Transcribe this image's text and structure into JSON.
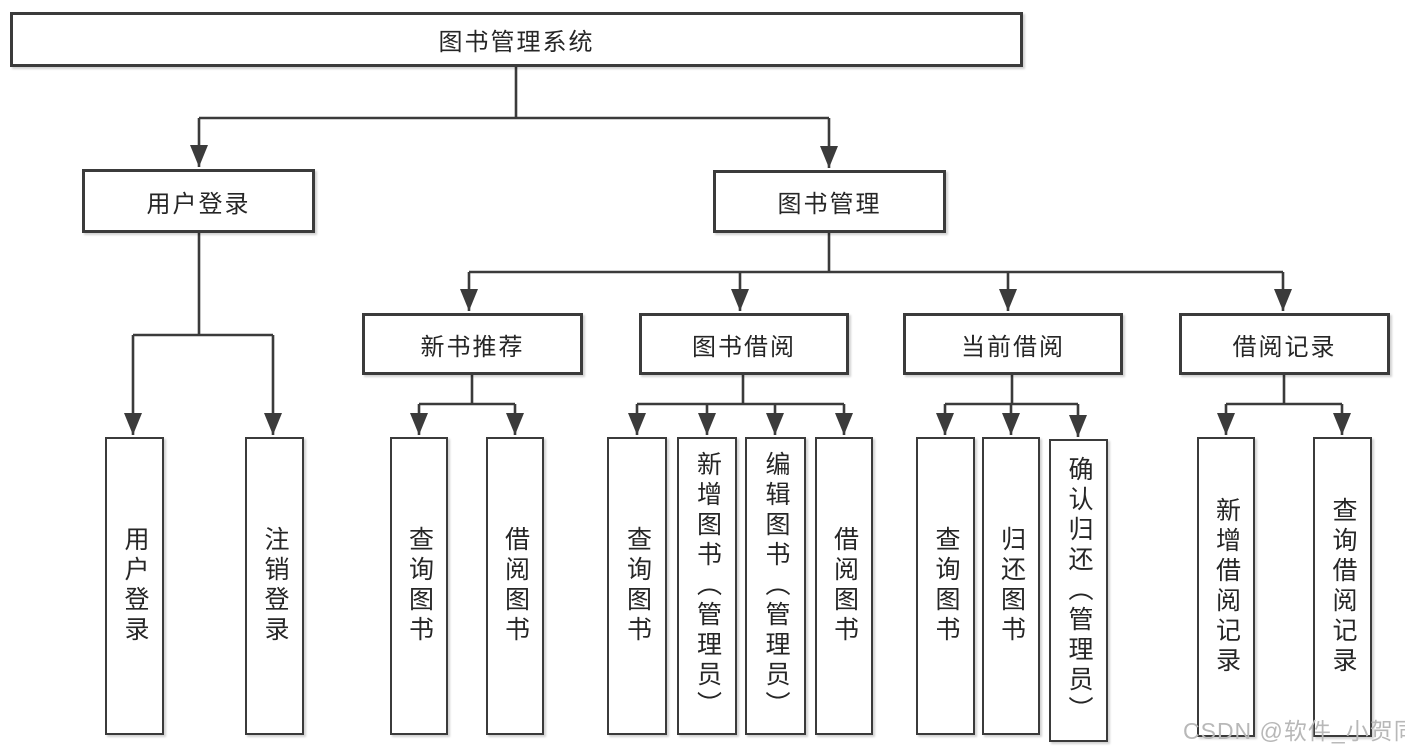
{
  "tree": {
    "label": "图书管理系统",
    "children": [
      {
        "label": "用户登录",
        "children": [
          {
            "label": "用户登录"
          },
          {
            "label": "注销登录"
          }
        ]
      },
      {
        "label": "图书管理",
        "children": [
          {
            "label": "新书推荐",
            "children": [
              {
                "label": "查询图书"
              },
              {
                "label": "借阅图书"
              }
            ]
          },
          {
            "label": "图书借阅",
            "children": [
              {
                "label": "查询图书"
              },
              {
                "label": "新增图书（管理员）"
              },
              {
                "label": "编辑图书（管理员）"
              },
              {
                "label": "借阅图书"
              }
            ]
          },
          {
            "label": "当前借阅",
            "children": [
              {
                "label": "查询图书"
              },
              {
                "label": "归还图书"
              },
              {
                "label": "确认归还（管理员）"
              }
            ]
          },
          {
            "label": "借阅记录",
            "children": [
              {
                "label": "新增借阅记录"
              },
              {
                "label": "查询借阅记录"
              }
            ]
          }
        ]
      }
    ]
  },
  "watermark": {
    "text": "CSDN @软件_小贺同学"
  },
  "colors": {
    "line": "#3b3b3b",
    "text": "#262626",
    "watermark": "#b8b8b8",
    "background": "#ffffff",
    "box_fill": "#ffffff"
  }
}
